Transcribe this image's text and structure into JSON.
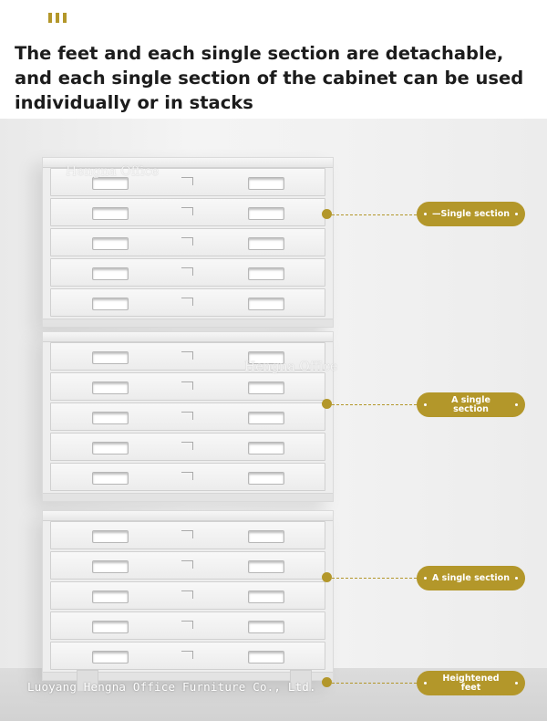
{
  "header": {
    "headline": "The feet and each single section are detachable,\nand each single section of the cabinet can be used\nindividually or in stacks"
  },
  "watermarks": {
    "top_brand": "Hengna Office",
    "middle_brand": "Hengna Office",
    "footer": "Luoyang Hengna Office Furniture Co., Ltd."
  },
  "callouts": [
    {
      "label": "—Single section"
    },
    {
      "label": "A single section"
    },
    {
      "label": "A single section"
    },
    {
      "label": "Heightened feet"
    }
  ],
  "colors": {
    "accent": "#b3972a",
    "cabinet": "#eeeeee",
    "text": "#1c1c1c"
  }
}
